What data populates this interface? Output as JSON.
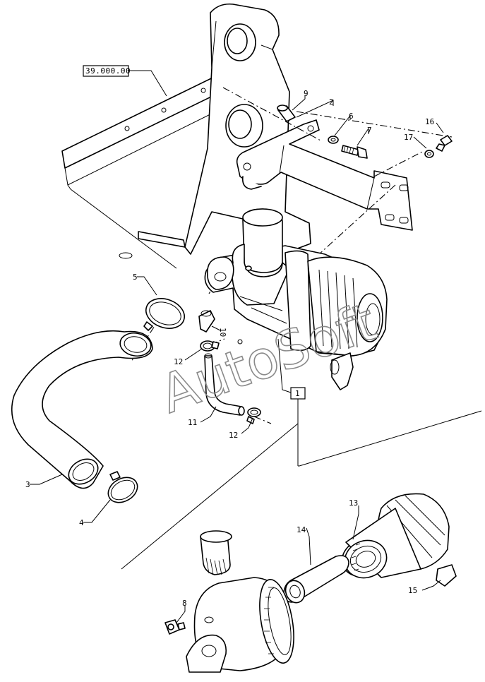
{
  "reference_box": "39.000.00",
  "group_box": "1",
  "watermark": "AutoSoft",
  "callouts": [
    {
      "id": "callout-2",
      "label": "2"
    },
    {
      "id": "callout-3",
      "label": "3"
    },
    {
      "id": "callout-4",
      "label": "4"
    },
    {
      "id": "callout-5",
      "label": "5"
    },
    {
      "id": "callout-6",
      "label": "6"
    },
    {
      "id": "callout-7",
      "label": "7"
    },
    {
      "id": "callout-8",
      "label": "8"
    },
    {
      "id": "callout-9",
      "label": "9"
    },
    {
      "id": "callout-10",
      "label": "10"
    },
    {
      "id": "callout-11",
      "label": "11"
    },
    {
      "id": "callout-12a",
      "label": "12"
    },
    {
      "id": "callout-12b",
      "label": "12"
    },
    {
      "id": "callout-13",
      "label": "13"
    },
    {
      "id": "callout-14",
      "label": "14"
    },
    {
      "id": "callout-15",
      "label": "15"
    },
    {
      "id": "callout-16",
      "label": "16"
    },
    {
      "id": "callout-17",
      "label": "17"
    }
  ]
}
